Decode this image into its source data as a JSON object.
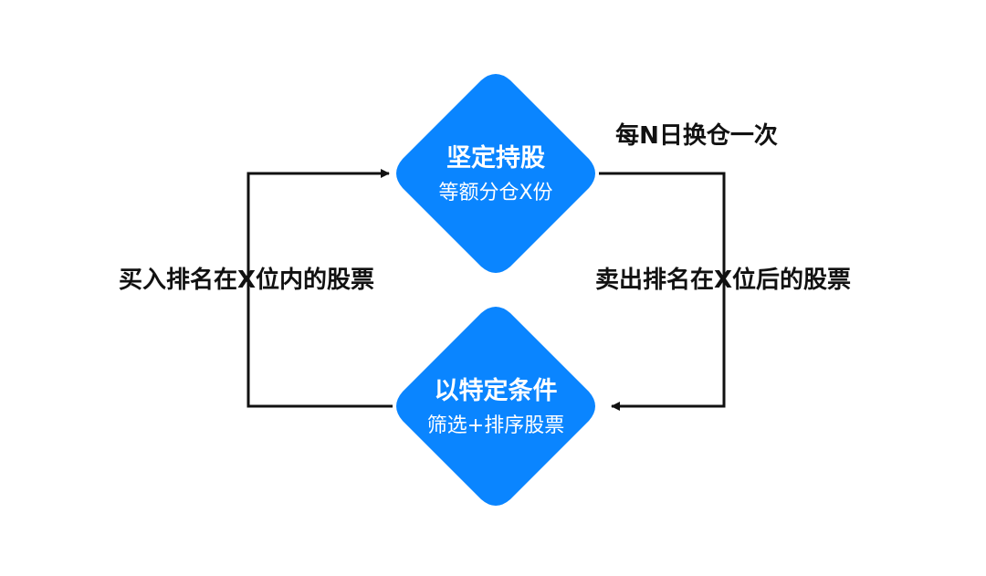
{
  "colors": {
    "diamond": "#0a85ff",
    "line": "#111111"
  },
  "nodes": {
    "hold": {
      "title": "坚定持股",
      "subtitle": "等额分仓X份"
    },
    "screen": {
      "title": "以特定条件",
      "subtitle": "筛选+排序股票"
    }
  },
  "labels": {
    "rebalance": "每N日换仓一次",
    "buy": "买入排名在X位内的股票",
    "sell": "卖出排名在X位后的股票"
  }
}
